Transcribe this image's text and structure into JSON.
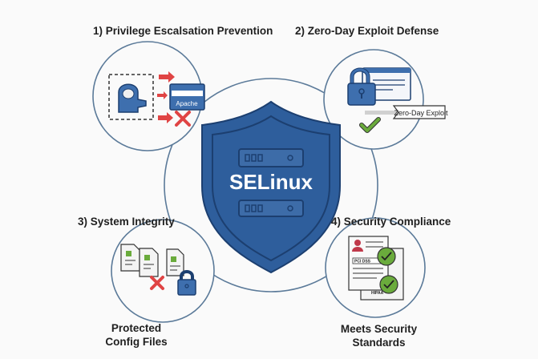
{
  "center": {
    "title": "SELinux",
    "color": "#2e5e9c"
  },
  "features": [
    {
      "label": "1) Privilege Escalsation Prevention",
      "app_label": "Apache"
    },
    {
      "label": "2) Zero-Day Exploit Defense",
      "tag_label": "Zero-Day Exploit"
    },
    {
      "label": "3) System Integrity",
      "caption_line1": "Protected",
      "caption_line2": "Config Files"
    },
    {
      "label": "4) Security Compliance",
      "doc1": "PCI DSS",
      "doc2": "HIPAA",
      "caption": "Meets Security Standards"
    }
  ],
  "colors": {
    "circle_stroke": "#5b7a99",
    "red": "#e04444",
    "green": "#6aab3c",
    "blue": "#3e6fae"
  }
}
